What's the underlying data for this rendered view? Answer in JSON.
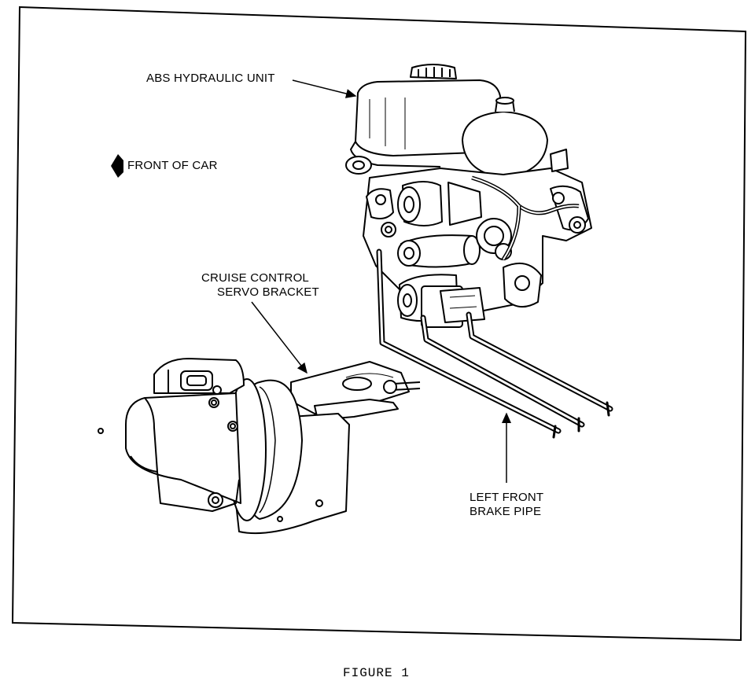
{
  "labels": {
    "abs_unit": "ABS HYDRAULIC UNIT",
    "front_of_car": "FRONT OF CAR",
    "cruise_line1": "CRUISE CONTROL",
    "cruise_line2": "SERVO BRACKET",
    "brake_pipe_line1": "LEFT FRONT",
    "brake_pipe_line2": "BRAKE PIPE"
  },
  "caption": "FIGURE 1",
  "colors": {
    "ink": "#000000",
    "paper": "#ffffff",
    "shade": "#e6e6e6"
  }
}
